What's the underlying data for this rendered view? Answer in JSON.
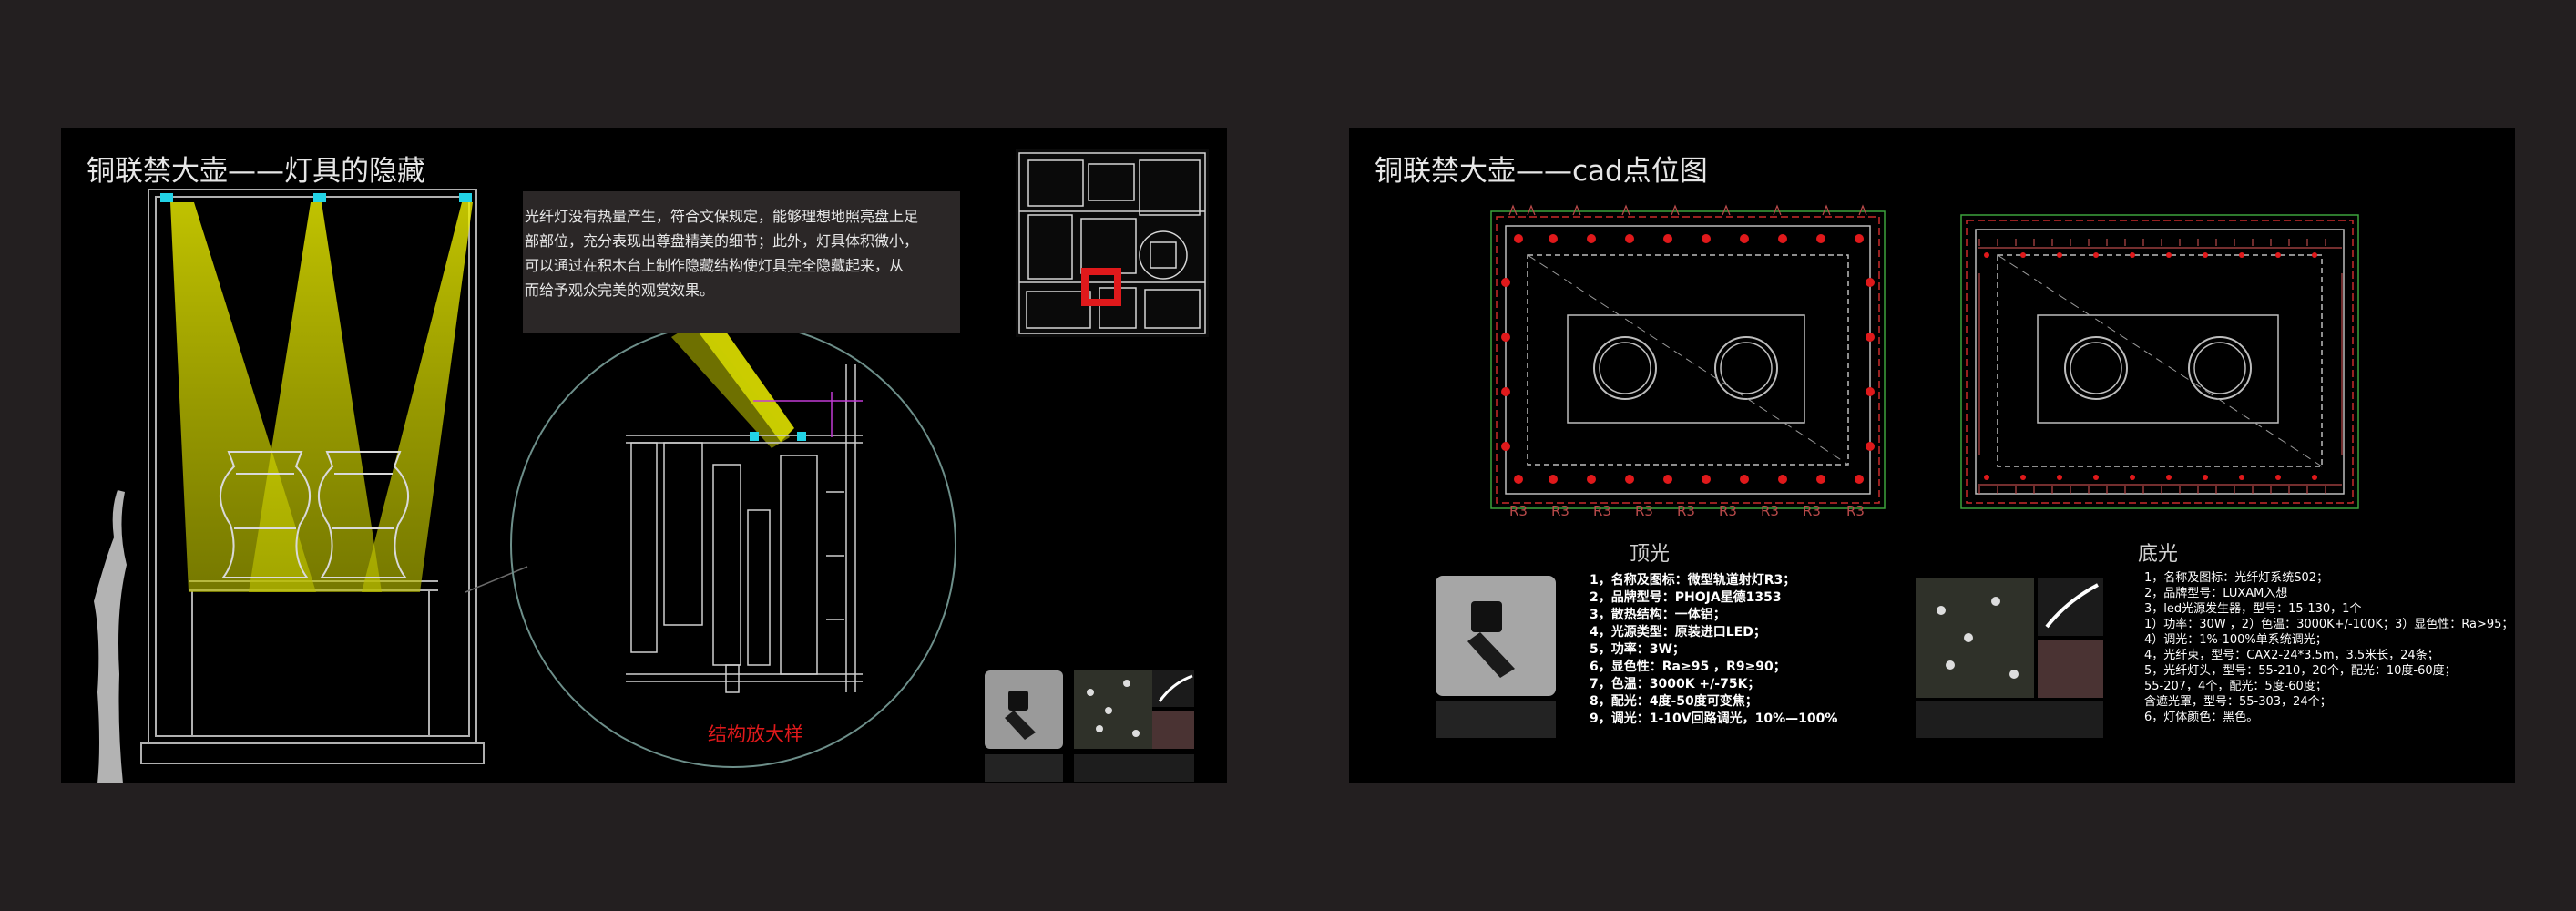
{
  "left_slide": {
    "title": "铜联禁大壶——灯具的隐藏",
    "description": [
      "光纤灯没有热量产生，符合文保规定，能够理想地照亮盘上足",
      "部部位，充分表现出尊盘精美的细节；此外，灯具体积微小，",
      "可以通过在积木台上制作隐藏结构使灯具完全隐藏起来，从",
      "而给予观众完美的观赏效果。"
    ],
    "detail_label": "结构放大样",
    "colors": {
      "beam": "#e2e600",
      "highlight": "#e0191b",
      "cyan": "#22d3e6"
    }
  },
  "right_slide": {
    "title": "铜联禁大壶——cad点位图",
    "top_label": "顶光",
    "bottom_label": "底光",
    "top_specs": [
      "1，名称及图标：微型轨道射灯R3；",
      "2，品牌型号：PHOJA星德1353",
      "3，散热结构：一体铝；",
      "4，光源类型：原装进口LED；",
      "5，功率：3W；",
      "6，显色性：Ra≥95 ，R9≥90；",
      "7，色温：3000K +/-75K；",
      "8，配光：4度-50度可变焦；",
      "9，调光：1-10V回路调光，10%—100%"
    ],
    "bottom_specs": [
      "1，名称及图标：光纤灯系统S02；",
      "2，品牌型号：LUXAM入想",
      "3，led光源发生器，型号：15-130，1个",
      "1）功率：30W ，2）色温：3000K+/-100K；3）显色性：Ra>95；",
      "4）调光：1%-100%单系统调光；",
      "4，光纤束，型号：CAX2-24*3.5m，3.5米长，24条；",
      "5，光纤灯头，型号：55-210，20个，配光：10度-60度；",
      "55-207，4个，配光：5度-60度；",
      "含遮光罩，型号：55-303，24个；",
      "6，灯体颜色：黑色。"
    ],
    "top_marker_label": "R3",
    "colors": {
      "marker": "#e0191b",
      "dim": "#d4d4d4"
    }
  }
}
